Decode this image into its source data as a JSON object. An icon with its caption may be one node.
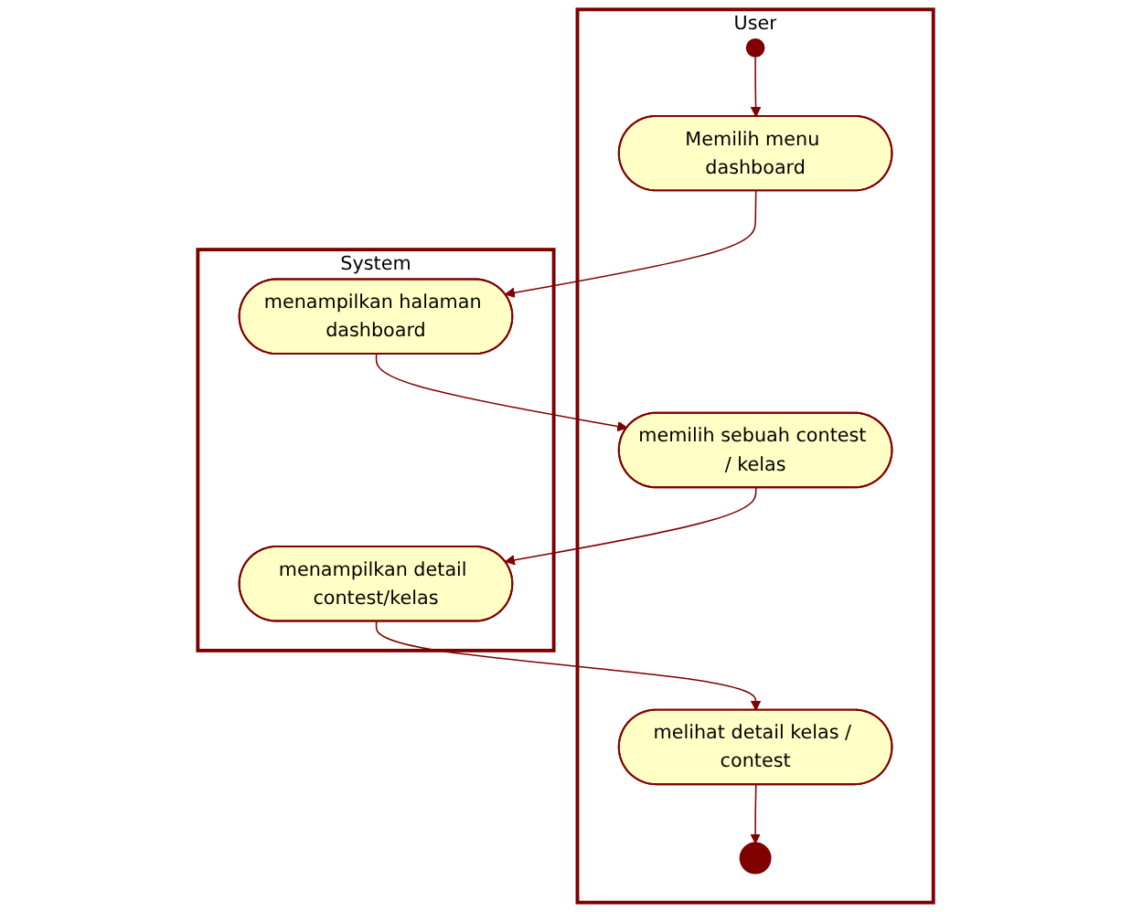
{
  "diagram": {
    "nodes": [
      {
        "text": [
          "User"
        ]
      },
      {
        "text": [
          "System"
        ]
      },
      {
        "text": [],
        "shape": "circle",
        "in": 0
      },
      {
        "text": [
          "Memilih menu dashboard"
        ],
        "in": 0
      },
      {
        "text": [
          "menampilkan halaman dashboard"
        ],
        "in": 1
      },
      {
        "text": [
          "memilih sebuah contest / kelas"
        ],
        "in": 0
      },
      {
        "text": [
          "menampilkan detail contest/kelas"
        ],
        "in": 1
      },
      {
        "text": [
          "melihat detail kelas / contest"
        ],
        "in": 0
      },
      {
        "text": [],
        "shape": "bullseye",
        "in": 0
      }
    ],
    "edges": [
      {
        "from": 2,
        "to": 3,
        "arrow": "to"
      },
      {
        "from": 3,
        "to": 4,
        "arrow": "to"
      },
      {
        "from": 4,
        "to": 5,
        "arrow": "to"
      },
      {
        "from": 5,
        "to": 6,
        "arrow": "to"
      },
      {
        "from": 6,
        "to": 7,
        "arrow": "to"
      },
      {
        "from": 7,
        "to": 8,
        "arrow": "to"
      }
    ]
  }
}
